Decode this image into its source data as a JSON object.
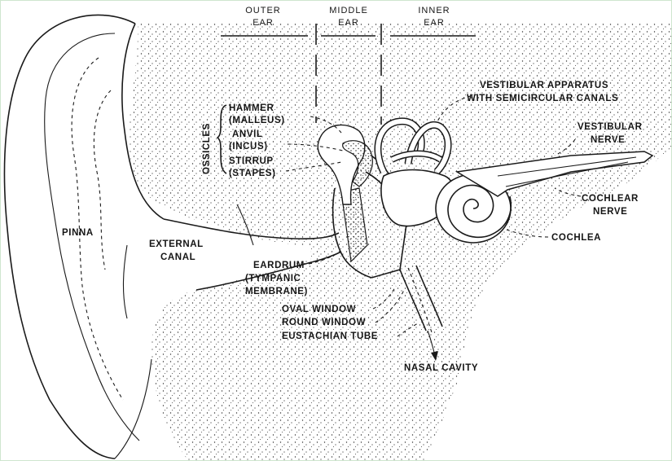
{
  "sections": {
    "outer_1": "OUTER",
    "outer_2": "EAR",
    "middle_1": "MIDDLE",
    "middle_2": "EAR",
    "inner_1": "INNER",
    "inner_2": "EAR"
  },
  "labels": {
    "ossicles": "OSSICLES",
    "hammer_1": "HAMMER",
    "hammer_2": "(MALLEUS)",
    "anvil_1": "ANVIL",
    "anvil_2": "(INCUS)",
    "stirrup_1": "STIRRUP",
    "stirrup_2": "(STAPES)",
    "vestibular_apparatus_1": "VESTIBULAR APPARATUS",
    "vestibular_apparatus_2": "WITH SEMICIRCULAR CANALS",
    "vestibular_nerve_1": "VESTIBULAR",
    "vestibular_nerve_2": "NERVE",
    "cochlear_nerve_1": "COCHLEAR",
    "cochlear_nerve_2": "NERVE",
    "cochlea": "COCHLEA",
    "pinna": "PINNA",
    "external_canal_1": "EXTERNAL",
    "external_canal_2": "CANAL",
    "eardrum_1": "EARDRUM",
    "eardrum_2": "(TYMPANIC",
    "eardrum_3": "MEMBRANE)",
    "oval_window": "OVAL WINDOW",
    "round_window": "ROUND WINDOW",
    "eustachian_tube": "EUSTACHIAN TUBE",
    "nasal_cavity": "NASAL CAVITY"
  }
}
